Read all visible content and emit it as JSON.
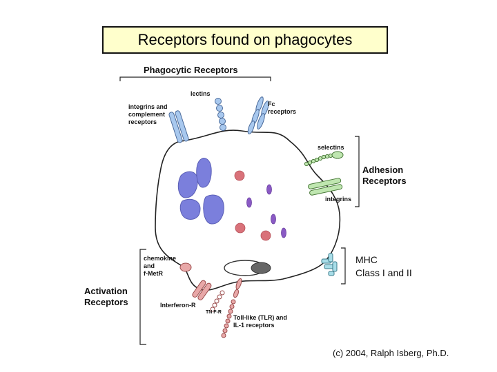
{
  "title": "Receptors found on phagocytes",
  "groups": {
    "phagocytic": "Phagocytic Receptors",
    "adhesion_line1": "Adhesion",
    "adhesion_line2": "Receptors",
    "activation_line1": "Activation",
    "activation_line2": "Receptors"
  },
  "labels": {
    "lectins": "lectins",
    "integrins_complement_1": "integrins and",
    "integrins_complement_2": "complement",
    "integrins_complement_3": "receptors",
    "fc_1": "Fc",
    "fc_2": "receptors",
    "selectins": "selectins",
    "integrins": "integrins",
    "chemokine_1": "chemokine",
    "chemokine_2": "and",
    "chemokine_3": "f-MetR",
    "interferon": "Interferon-R",
    "tnfr": "TN F-R",
    "toll_1": "Toll-like (TLR) and",
    "toll_2": "IL-1 receptors",
    "mhc_1": "MHC",
    "mhc_2": "Class I and II"
  },
  "credit": "(c) 2004, Ralph Isberg, Ph.D.",
  "colors": {
    "title_bg": "#ffffcc",
    "nucleus": "#7b7fdc",
    "granule_red": "#d9727a",
    "granule_purple": "#8a5ac4",
    "phagocytic_receptor": "#a8c8ee",
    "adhesion_receptor": "#bfe6b0",
    "activation_receptor": "#e8a8a8",
    "mhc_receptor": "#a8dde8"
  }
}
